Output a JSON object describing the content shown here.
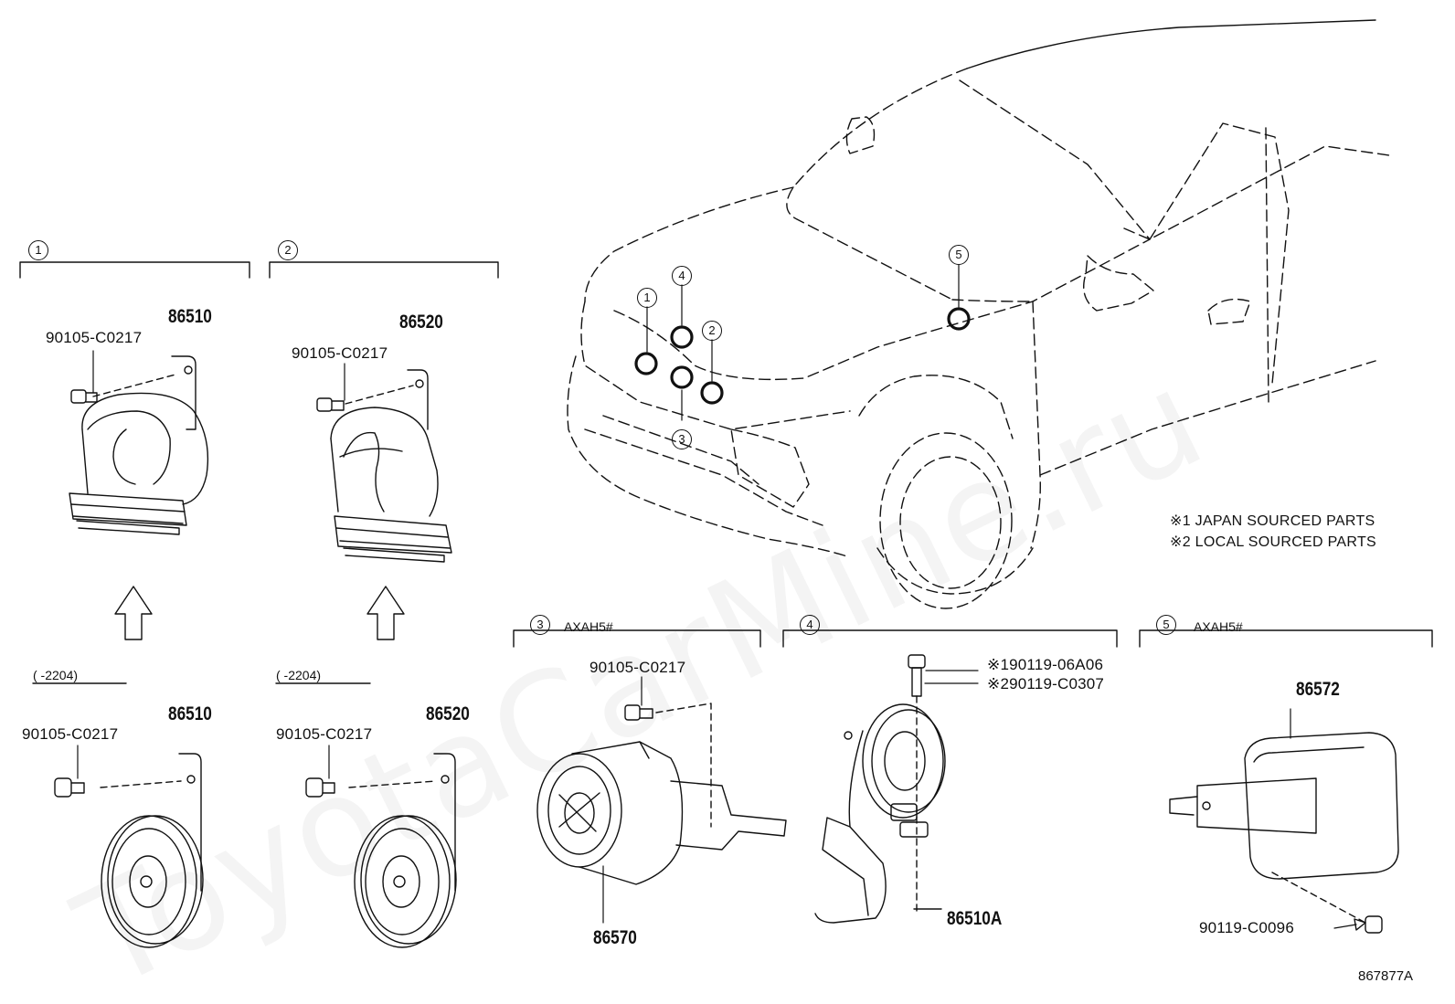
{
  "watermark": "ToyotaCarMine.ru",
  "diagram_id": "867877A",
  "notes": {
    "n1": "※1 JAPAN SOURCED PARTS",
    "n2": "※2 LOCAL SOURCED PARTS"
  },
  "sections": {
    "s1": {
      "num": "1",
      "part": "86510",
      "bolt": "90105-C0217",
      "range": "(      -2204)",
      "part_b": "86510",
      "bolt_b": "90105-C0217"
    },
    "s2": {
      "num": "2",
      "part": "86520",
      "bolt": "90105-C0217",
      "range": "(      -2204)",
      "part_b": "86520",
      "bolt_b": "90105-C0217"
    },
    "s3": {
      "num": "3",
      "model": "AXAH5#",
      "bolt": "90105-C0217",
      "part": "86570"
    },
    "s4": {
      "num": "4",
      "bolt1_mark": "※1",
      "bolt1": "90119-06A06",
      "bolt2_mark": "※2",
      "bolt2": "90119-C0307",
      "part": "86510A"
    },
    "s5": {
      "num": "5",
      "model": "AXAH5#",
      "part": "86572",
      "bolt": "90119-C0096"
    }
  },
  "car_callouts": [
    "1",
    "2",
    "3",
    "4",
    "5"
  ]
}
